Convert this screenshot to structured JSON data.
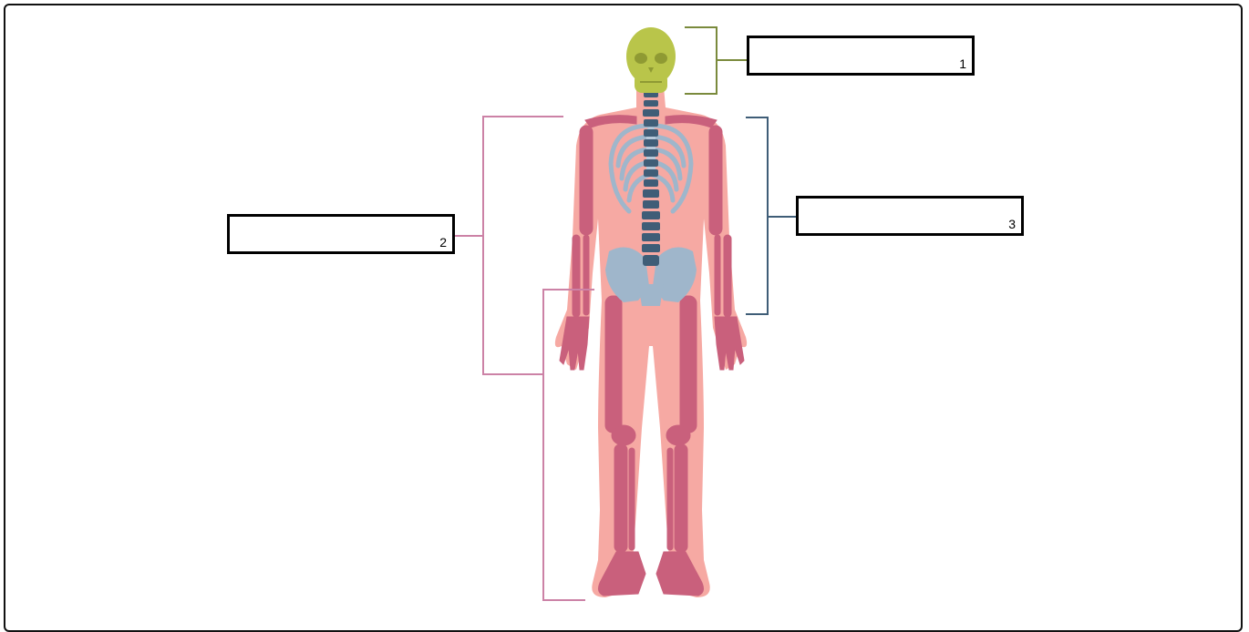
{
  "labels": [
    {
      "number": "1",
      "value": "",
      "region": "skull"
    },
    {
      "number": "2",
      "value": "",
      "region": "appendicular-skeleton"
    },
    {
      "number": "3",
      "value": "",
      "region": "axial-skeleton-trunk"
    }
  ],
  "colors": {
    "skull": "#b9c54a",
    "bracket1": "#7a8a3c",
    "body": "#f6a9a3",
    "limb_bone": "#c9607c",
    "axial": "#9fb6cb",
    "spine": "#3f5d77",
    "bracket2": "#cc82a6",
    "bracket3": "#3f5d77"
  }
}
